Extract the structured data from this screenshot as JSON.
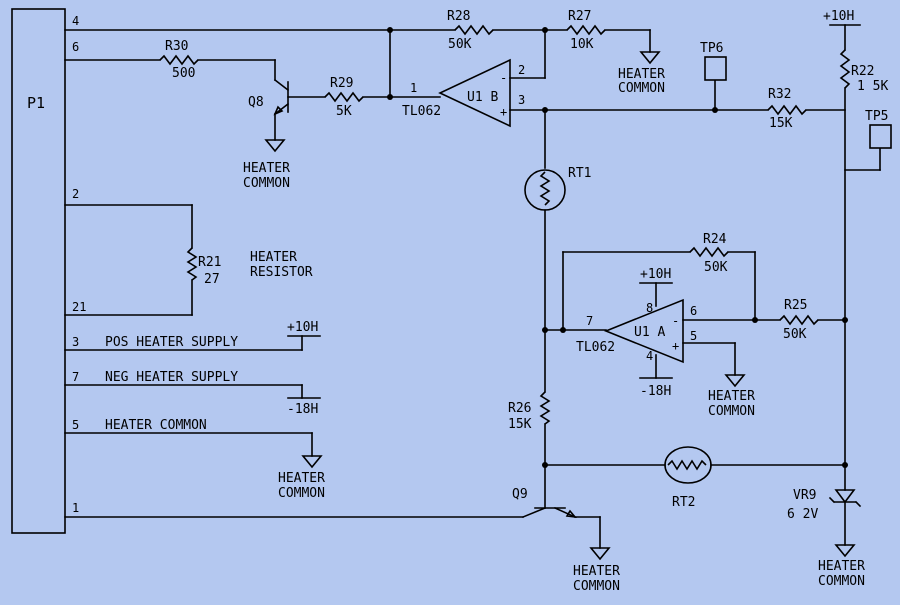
{
  "connector": {
    "name": "P1",
    "pins": {
      "p4": "4",
      "p6": "6",
      "p2": "2",
      "p21": "21",
      "p3": "3",
      "p7": "7",
      "p5": "5",
      "p1": "1"
    }
  },
  "nets": {
    "pos_supply": "POS HEATER SUPPLY",
    "neg_supply": "NEG HEATER SUPPLY",
    "heater_common": "HEATER COMMON",
    "heater_resistor_line1": "HEATER",
    "heater_resistor_line2": "RESISTOR",
    "heater_word": "HEATER",
    "common_word": "COMMON",
    "plus10": "+10H",
    "minus18": "-18H"
  },
  "components": {
    "r30": {
      "ref": "R30",
      "value": "500"
    },
    "r28": {
      "ref": "R28",
      "value": "50K"
    },
    "r27": {
      "ref": "R27",
      "value": "10K"
    },
    "r29": {
      "ref": "R29",
      "value": "5K"
    },
    "r32": {
      "ref": "R32",
      "value": "15K"
    },
    "r22": {
      "ref": "R22",
      "value": "1 5K"
    },
    "r21": {
      "ref": "R21",
      "value": "27"
    },
    "r24": {
      "ref": "R24",
      "value": "50K"
    },
    "r25": {
      "ref": "R25",
      "value": "50K"
    },
    "r26": {
      "ref": "R26",
      "value": "15K"
    },
    "q8": {
      "ref": "Q8"
    },
    "q9": {
      "ref": "Q9"
    },
    "rt1": {
      "ref": "RT1"
    },
    "rt2": {
      "ref": "RT2"
    },
    "vr9": {
      "ref": "VR9",
      "value": "6 2V"
    },
    "tp6": {
      "ref": "TP6"
    },
    "tp5": {
      "ref": "TP5"
    },
    "u1b": {
      "ref": "U1 B",
      "part": "TL062",
      "pin_out": "1",
      "pin_inv": "2",
      "pin_noninv": "3",
      "minus": "-",
      "plus": "+"
    },
    "u1a": {
      "ref": "U1 A",
      "part": "TL062",
      "pin_in": "7",
      "pin_out": "6",
      "pin_noninv": "5",
      "pin_vpos": "8",
      "pin_vneg": "4",
      "minus": "-",
      "plus": "+"
    }
  }
}
